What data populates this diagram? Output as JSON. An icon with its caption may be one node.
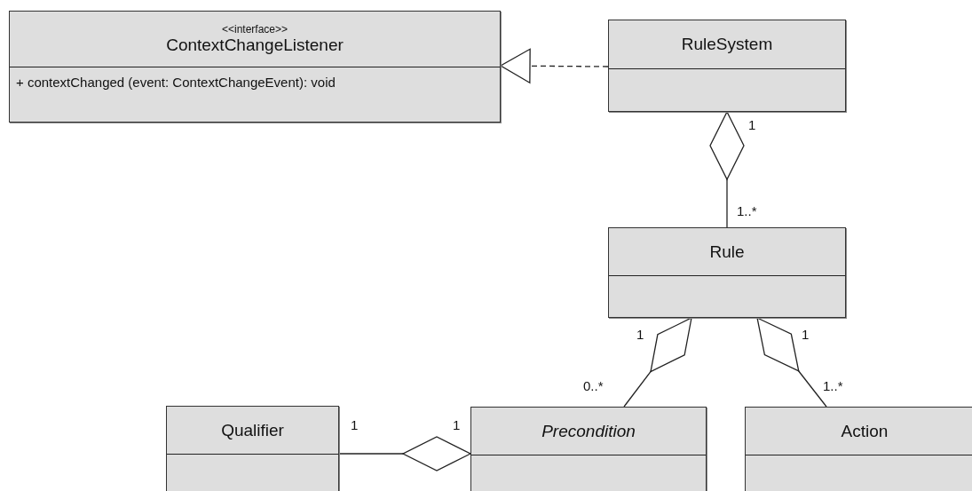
{
  "diagram": {
    "nodes": [
      {
        "text": [
          "<<interface>>",
          "ContextChangeListener",
          "+ contextChanged (event: ContextChangeEvent): void"
        ]
      },
      {
        "text": [
          "RuleSystem"
        ]
      },
      {
        "text": [
          "Rule"
        ]
      },
      {
        "text": [
          "Qualifier"
        ]
      },
      {
        "text": [
          "Precondition"
        ]
      },
      {
        "text": [
          "Action"
        ]
      }
    ],
    "edges": [
      {
        "from": 1,
        "to": 0,
        "arrow": "to",
        "style": "dashed"
      },
      {
        "from": 1,
        "to": 2,
        "arrow": "other"
      },
      {
        "from": 2,
        "to": 4,
        "arrow": "other"
      },
      {
        "from": 2,
        "to": 5,
        "arrow": "other"
      },
      {
        "from": 4,
        "to": 3,
        "arrow": "other"
      }
    ],
    "labels": [
      "1",
      "1..*",
      "1",
      "1",
      "0..*",
      "1..*",
      "1",
      "1"
    ]
  }
}
